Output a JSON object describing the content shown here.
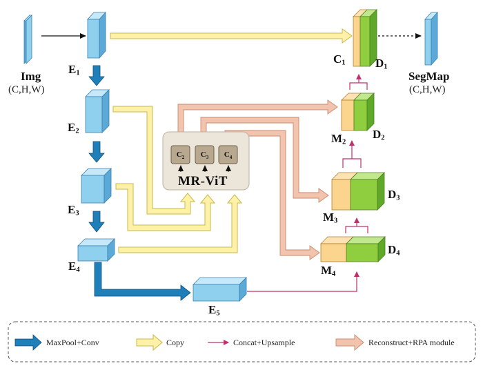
{
  "inputs": {
    "img_label": "Img",
    "img_dims": "(C,H,W)"
  },
  "outputs": {
    "segmap_label": "SegMap",
    "segmap_dims": "(C,H,W)"
  },
  "encoders": [
    {
      "id": "E1",
      "letter": "E",
      "sub": "1"
    },
    {
      "id": "E2",
      "letter": "E",
      "sub": "2"
    },
    {
      "id": "E3",
      "letter": "E",
      "sub": "3"
    },
    {
      "id": "E4",
      "letter": "E",
      "sub": "4"
    },
    {
      "id": "E5",
      "letter": "E",
      "sub": "5"
    }
  ],
  "decoders": [
    {
      "id": "D1",
      "letter": "D",
      "sub": "1"
    },
    {
      "id": "D2",
      "letter": "D",
      "sub": "2"
    },
    {
      "id": "D3",
      "letter": "D",
      "sub": "3"
    },
    {
      "id": "D4",
      "letter": "D",
      "sub": "4"
    }
  ],
  "merges": [
    {
      "id": "C1",
      "letter": "C",
      "sub": "1"
    },
    {
      "id": "M2",
      "letter": "M",
      "sub": "2"
    },
    {
      "id": "M3",
      "letter": "M",
      "sub": "3"
    },
    {
      "id": "M4",
      "letter": "M",
      "sub": "4"
    }
  ],
  "mrvit": {
    "title": "MR-ViT",
    "blocks": [
      {
        "letter": "C",
        "sub": "2"
      },
      {
        "letter": "C",
        "sub": "3"
      },
      {
        "letter": "C",
        "sub": "4"
      }
    ]
  },
  "legend": [
    {
      "label": "MaxPool+Conv",
      "icon": "thick-blue-arrow"
    },
    {
      "label": "Copy",
      "icon": "hollow-yellow-arrow"
    },
    {
      "label": "Concat+Upsample",
      "icon": "thin-magenta-arrow"
    },
    {
      "label": "Reconstruct+RPA module",
      "icon": "salmon-arrow"
    }
  ],
  "colors": {
    "encoder_blue": "#8ed0ee",
    "maxpool_arrow": "#1f7fb8",
    "copy_arrow": "#fff2a8",
    "copy_edge": "#c9b84a",
    "concat_arrow": "#c0306a",
    "rpa_arrow": "#e6a890",
    "merge_orange": "#fbd58e",
    "decoder_green": "#8fcf3f",
    "mrvit_bg": "#ebe6d9"
  }
}
